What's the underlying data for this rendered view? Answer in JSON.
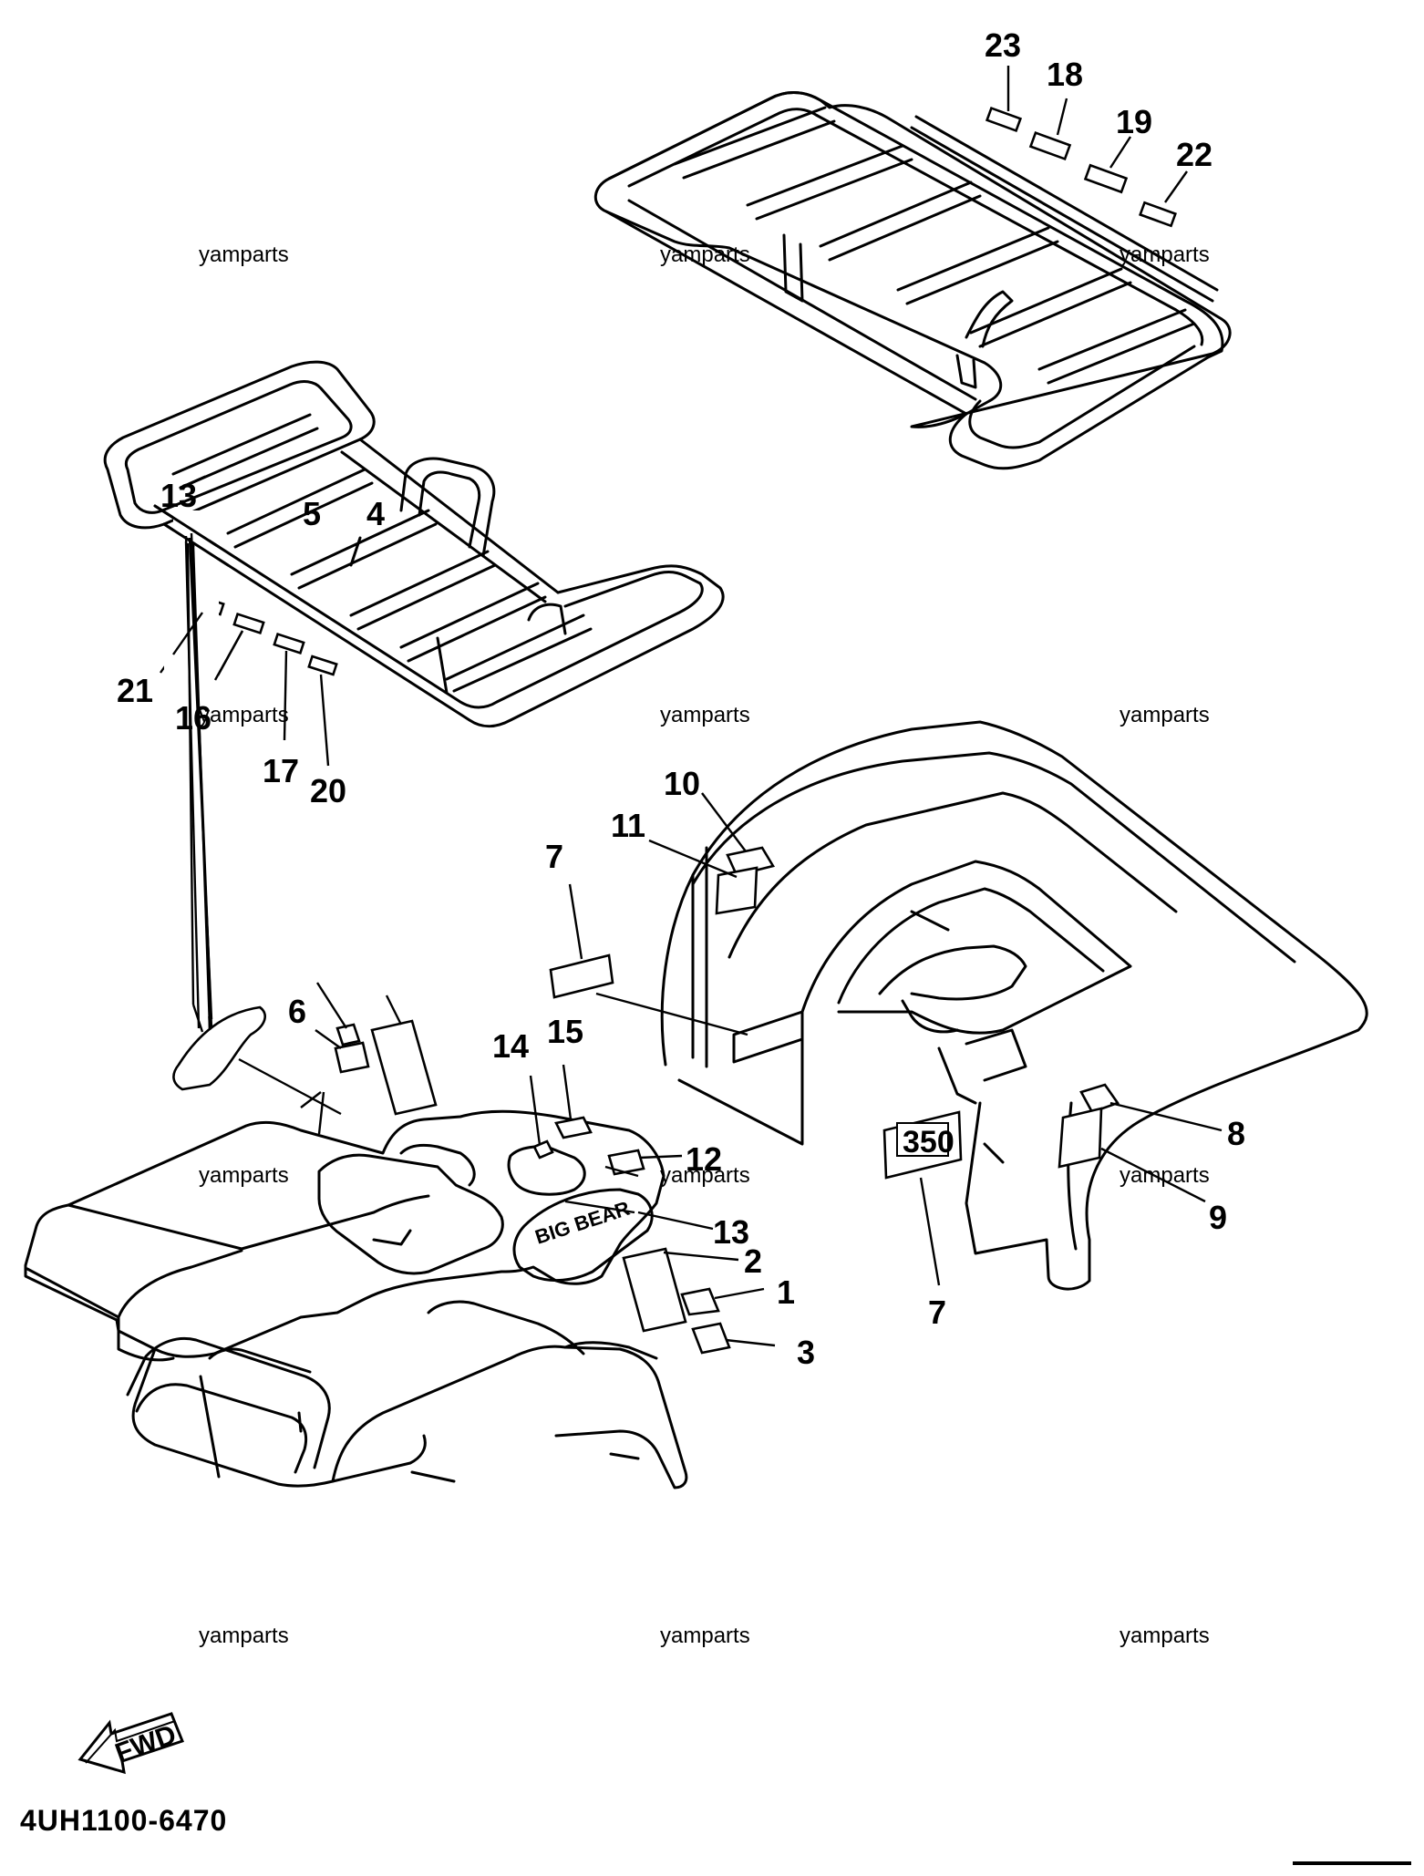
{
  "diagram_code": "4UH1100-6470",
  "fwd_label": "FWD",
  "watermark": "yamparts",
  "badge_350": "350",
  "callouts": {
    "c1": "1",
    "c2": "2",
    "c3": "3",
    "c4": "4",
    "c5": "5",
    "c6": "6",
    "c7a": "7",
    "c7b": "7",
    "c8": "8",
    "c9": "9",
    "c10": "10",
    "c11": "11",
    "c12": "12",
    "c13a": "13",
    "c13b": "13",
    "c14": "14",
    "c15": "15",
    "c16": "16",
    "c17": "17",
    "c18": "18",
    "c19": "19",
    "c20": "20",
    "c21": "21",
    "c22": "22",
    "c23": "23"
  }
}
